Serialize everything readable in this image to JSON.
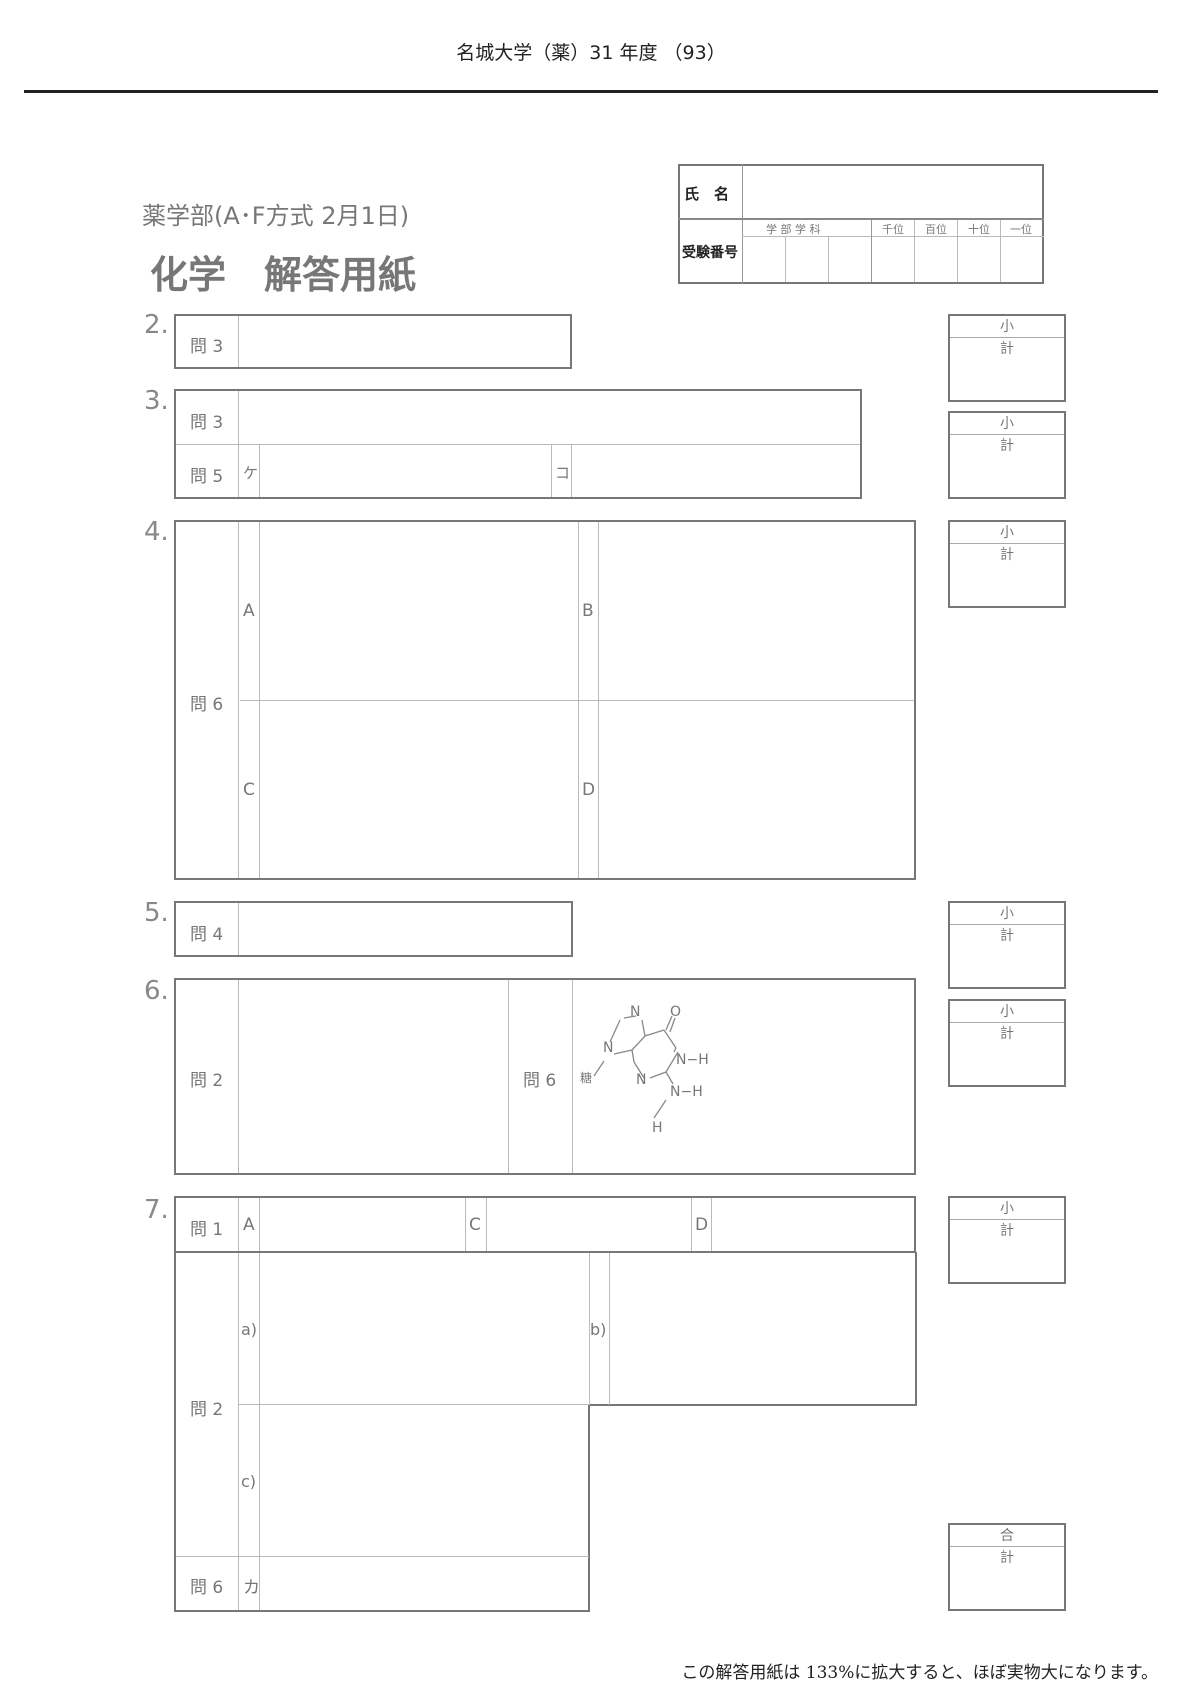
{
  "header": {
    "title": "名城大学（薬）31 年度 （93）"
  },
  "form": {
    "faculty_line": "薬学部(A･F方式 2月1日)",
    "subject_title": "化学　解答用紙",
    "name_label": "氏　名",
    "exam_no_label": "受験番号",
    "exam_no_headers": [
      "学 部 学 科",
      "千位",
      "百位",
      "十位",
      "一位"
    ]
  },
  "sections": {
    "s2": {
      "number": "2.",
      "q3": "問 3"
    },
    "s3": {
      "number": "3.",
      "q3": "問 3",
      "q5": "問 5",
      "ke": "ケ",
      "ko": "コ"
    },
    "s4": {
      "number": "4.",
      "q6": "問 6",
      "a": "A",
      "b": "B",
      "c": "C",
      "d": "D"
    },
    "s5": {
      "number": "5.",
      "q4": "問 4"
    },
    "s6": {
      "number": "6.",
      "q2": "問 2",
      "q6": "問 6",
      "molecule": {
        "n1": "N",
        "n2": "N",
        "n3": "N",
        "n4": "N",
        "o": "O",
        "nh": "N−H",
        "nh2": "N−H",
        "h": "H",
        "sugar": "糖"
      }
    },
    "s7": {
      "number": "7.",
      "q1": "問 1",
      "a": "A",
      "c": "C",
      "d": "D",
      "q2": "問 2",
      "pa": "a)",
      "pb": "b)",
      "pc": "c)",
      "q6": "問 6",
      "ka": "カ"
    }
  },
  "subtotal_label": "小　計",
  "total_label": "合　計",
  "footer": {
    "note": "この解答用紙は 133%に拡大すると、ほぼ実物大になります。"
  }
}
